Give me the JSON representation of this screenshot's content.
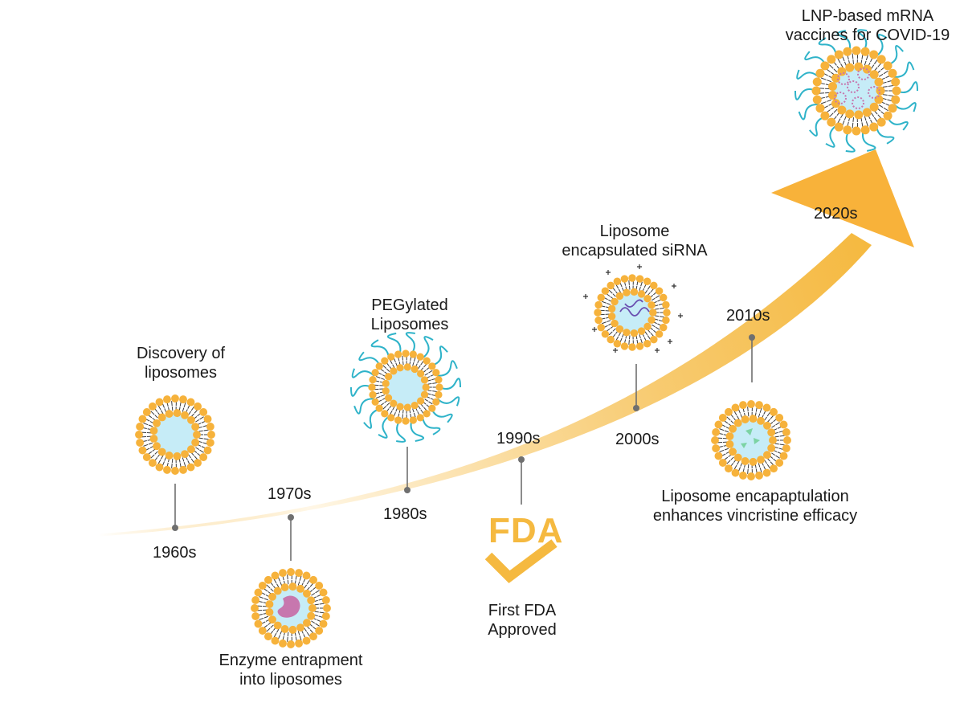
{
  "colors": {
    "arrow": "#F5B940",
    "arrow_fade": "#FFF6E4",
    "head": "#F8B23A",
    "bead": "#F6B23B",
    "tail": "#3A3A3A",
    "core": "#C6ECF7",
    "peg": "#2FB3C9",
    "enzyme": "#C777AE",
    "rna": "#6A4FB0",
    "drug": "#7CD3A4",
    "connector": "#6F6F6F",
    "fda": "#F5B940"
  },
  "milestones": [
    {
      "year": "1960s",
      "label": [
        "Discovery of",
        "liposomes"
      ]
    },
    {
      "year": "1970s",
      "label": [
        "Enzyme entrapment",
        "into liposomes"
      ]
    },
    {
      "year": "1980s",
      "label": [
        "PEGylated",
        "Liposomes"
      ]
    },
    {
      "year": "1990s",
      "label": [
        "First FDA",
        "Approved"
      ]
    },
    {
      "year": "2000s",
      "label": [
        "Liposome",
        "encapsulated siRNA"
      ]
    },
    {
      "year": "2010s",
      "label": [
        "Liposome encapaptulation",
        "enhances vincristine efficacy"
      ]
    },
    {
      "year": "2020s",
      "label": [
        "LNP-based mRNA",
        "vaccines for COVID-19"
      ]
    }
  ],
  "fda_logo_text": "FDA"
}
